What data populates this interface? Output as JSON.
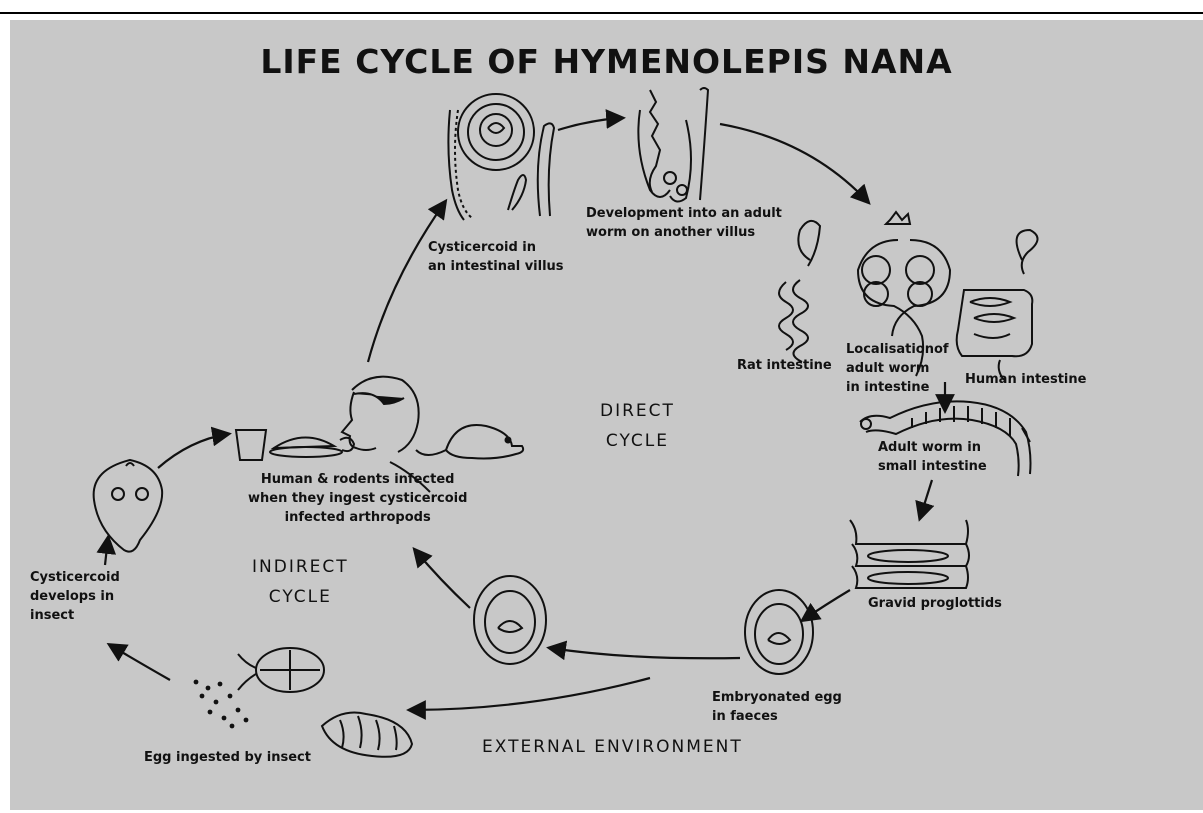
{
  "title": "LIFE CYCLE OF HYMENOLEPIS NANA",
  "labels": {
    "cysticercoid_villus": "Cysticercoid in\nan intestinal villus",
    "development_adult": "Development into an adult\nworm on another villus",
    "rat_intestine": "Rat intestine",
    "localisation": "Localisationof\nadult worm\nin intestine",
    "human_intestine": "Human intestine",
    "adult_worm": "Adult worm in\nsmall intestine",
    "gravid_proglottids": "Gravid proglottids",
    "embryonated_egg": "Embryonated egg\nin faeces",
    "external_environment": "EXTERNAL ENVIRONMENT",
    "egg_ingested": "Egg ingested by insect",
    "cysticercoid_insect": "Cysticercoid\ndevelops in\ninsect",
    "human_rodents": "Human & rodents infected\nwhen they ingest cysticercoid\ninfected arthropods",
    "direct_cycle": "DIRECT\nCYCLE",
    "indirect_cycle": "INDIRECT\nCYCLE"
  },
  "colors": {
    "background": "#c8c8c8",
    "ink": "#111111"
  }
}
